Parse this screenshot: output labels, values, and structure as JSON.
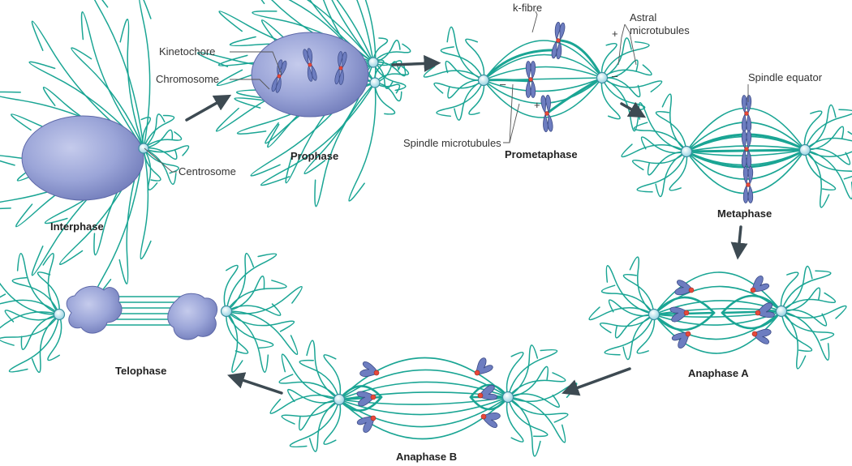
{
  "colors": {
    "microtubule": "#1aa594",
    "nucleus": "#8f9bd2",
    "nucleus_dark": "#6a76b4",
    "chromosome": "#6d7dc0",
    "chromosome_edge": "#3b4a86",
    "kinetochore": "#e8483a",
    "centrosome": "#bfe6ef",
    "arrow": "#3d4a52"
  },
  "phases": {
    "interphase": "Interphase",
    "prophase": "Prophase",
    "prometaphase": "Prometaphase",
    "metaphase": "Metaphase",
    "anaphase_a": "Anaphase A",
    "anaphase_b": "Anaphase B",
    "telophase": "Telophase"
  },
  "labels": {
    "kinetochore": "Kinetochore",
    "chromosome": "Chromosome",
    "centrosome": "Centrosome",
    "k_fibre": "k-fibre",
    "astral_line1": "Astral",
    "astral_line2": "microtubules",
    "spindle_microtubules": "Spindle microtubules",
    "spindle_equator": "Spindle equator",
    "plus": "+",
    "minus": "–"
  }
}
